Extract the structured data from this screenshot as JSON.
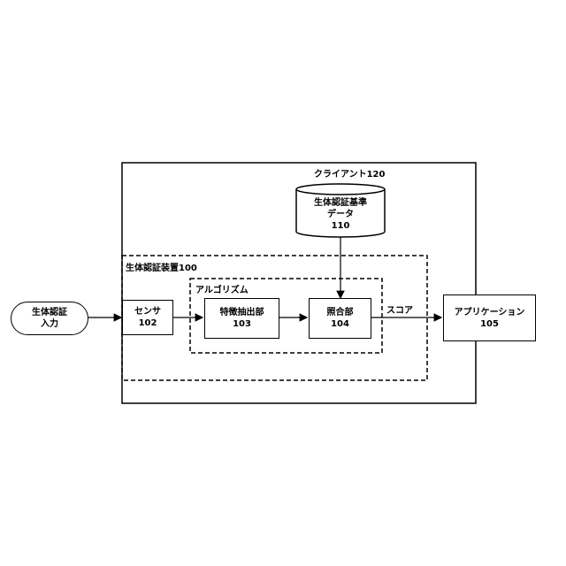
{
  "client": {
    "label": "クライアント120"
  },
  "device": {
    "label": "生体認証装置100"
  },
  "algorithm": {
    "label": "アルゴリズム"
  },
  "nodes": {
    "input": {
      "line1": "生体認証",
      "line2": "入力"
    },
    "sensor": {
      "line1": "センサ",
      "line2": "102"
    },
    "feature": {
      "line1": "特徴抽出部",
      "line2": "103"
    },
    "matcher": {
      "line1": "照合部",
      "line2": "104"
    },
    "app": {
      "line1": "アプリケーション",
      "line2": "105"
    },
    "reference": {
      "line1": "生体認証基準",
      "line2": "データ",
      "line3": "110"
    }
  },
  "edges": {
    "score_label": "スコア"
  },
  "colors": {
    "line": "#000000",
    "background": "#ffffff"
  }
}
